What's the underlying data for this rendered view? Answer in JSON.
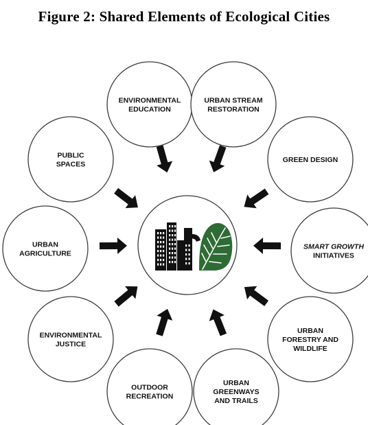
{
  "figure": {
    "title": "Figure 2: Shared Elements of Ecological Cities"
  },
  "center": {
    "icon": "city-buildings-and-leaf-icon"
  },
  "nodes": [
    {
      "id": "environmental-education",
      "lines": [
        "ENVIRONMENTAL",
        "EDUCATION"
      ]
    },
    {
      "id": "urban-stream-restoration",
      "lines": [
        "URBAN STREAM",
        "RESTORATION"
      ]
    },
    {
      "id": "public-spaces",
      "lines": [
        "PUBLIC",
        "SPACES"
      ]
    },
    {
      "id": "green-design",
      "lines": [
        "GREEN DESIGN"
      ]
    },
    {
      "id": "urban-agriculture",
      "lines": [
        "URBAN",
        "AGRICULTURE"
      ]
    },
    {
      "id": "smart-growth",
      "lines": [
        "SMART GROWTH",
        "INITIATIVES"
      ],
      "italic_lines": [
        0
      ]
    },
    {
      "id": "environmental-justice",
      "lines": [
        "ENVIRONMENTAL",
        "JUSTICE"
      ]
    },
    {
      "id": "urban-forestry",
      "lines": [
        "URBAN",
        "FORESTRY AND",
        "WILDLIFE"
      ]
    },
    {
      "id": "outdoor-recreation",
      "lines": [
        "OUTDOOR",
        "RECREATION"
      ]
    },
    {
      "id": "urban-greenways",
      "lines": [
        "URBAN",
        "GREENWAYS",
        "AND TRAILS"
      ]
    }
  ],
  "colors": {
    "center_green": "#2f6b35",
    "ink": "#111111"
  }
}
